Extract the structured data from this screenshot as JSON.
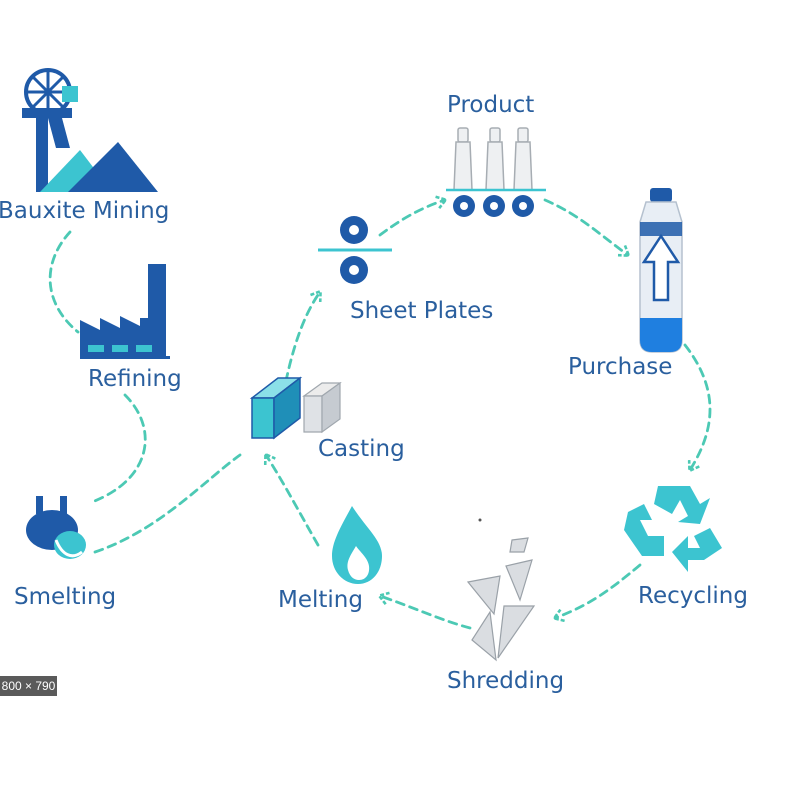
{
  "colors": {
    "navy": "#1f5aa8",
    "teal": "#3cc4d0",
    "arrow": "#4cc9b4",
    "gray": "#cfd3d8",
    "text": "#2a5f9e"
  },
  "stages": [
    {
      "id": "bauxite-mining",
      "label": "Bauxite Mining",
      "icon": "mine-icon"
    },
    {
      "id": "refining",
      "label": "Refining",
      "icon": "factory-icon"
    },
    {
      "id": "smelting",
      "label": "Smelting",
      "icon": "smelter-icon"
    },
    {
      "id": "casting",
      "label": "Casting",
      "icon": "ingot-icon"
    },
    {
      "id": "sheet-plates",
      "label": "Sheet Plates",
      "icon": "rollers-icon"
    },
    {
      "id": "product",
      "label": "Product",
      "icon": "bottles-icon"
    },
    {
      "id": "purchase",
      "label": "Purchase",
      "icon": "bottle-icon"
    },
    {
      "id": "recycling",
      "label": "Recycling",
      "icon": "recycle-icon"
    },
    {
      "id": "shredding",
      "label": "Shredding",
      "icon": "shards-icon"
    },
    {
      "id": "melting",
      "label": "Melting",
      "icon": "flame-icon"
    }
  ],
  "image_size_badge": "800 × 790"
}
